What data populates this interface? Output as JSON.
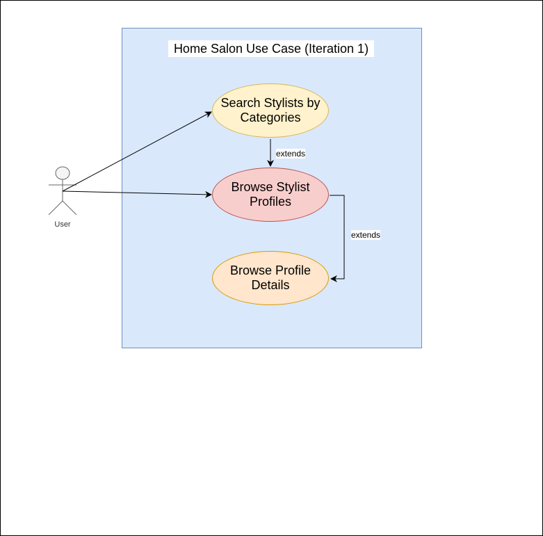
{
  "diagram": {
    "title": "Home Salon Use Case (Iteration 1)",
    "actor": {
      "label": "User"
    },
    "use_cases": [
      {
        "id": "search",
        "label": "Search Stylists by\nCategories"
      },
      {
        "id": "browse",
        "label": "Browse Stylist\nProfiles"
      },
      {
        "id": "details",
        "label": "Browse Profile\nDetails"
      }
    ],
    "relations": [
      {
        "from": "User",
        "to": "search",
        "label": ""
      },
      {
        "from": "User",
        "to": "browse",
        "label": ""
      },
      {
        "from": "search",
        "to": "browse",
        "label": "extends"
      },
      {
        "from": "browse",
        "to": "details",
        "label": "extends"
      }
    ],
    "colors": {
      "system_fill": "#dae8fc",
      "system_stroke": "#6c8ebf",
      "search_fill": "#fff2cc",
      "browse_fill": "#f8cecc",
      "details_fill": "#ffe6cc"
    }
  }
}
